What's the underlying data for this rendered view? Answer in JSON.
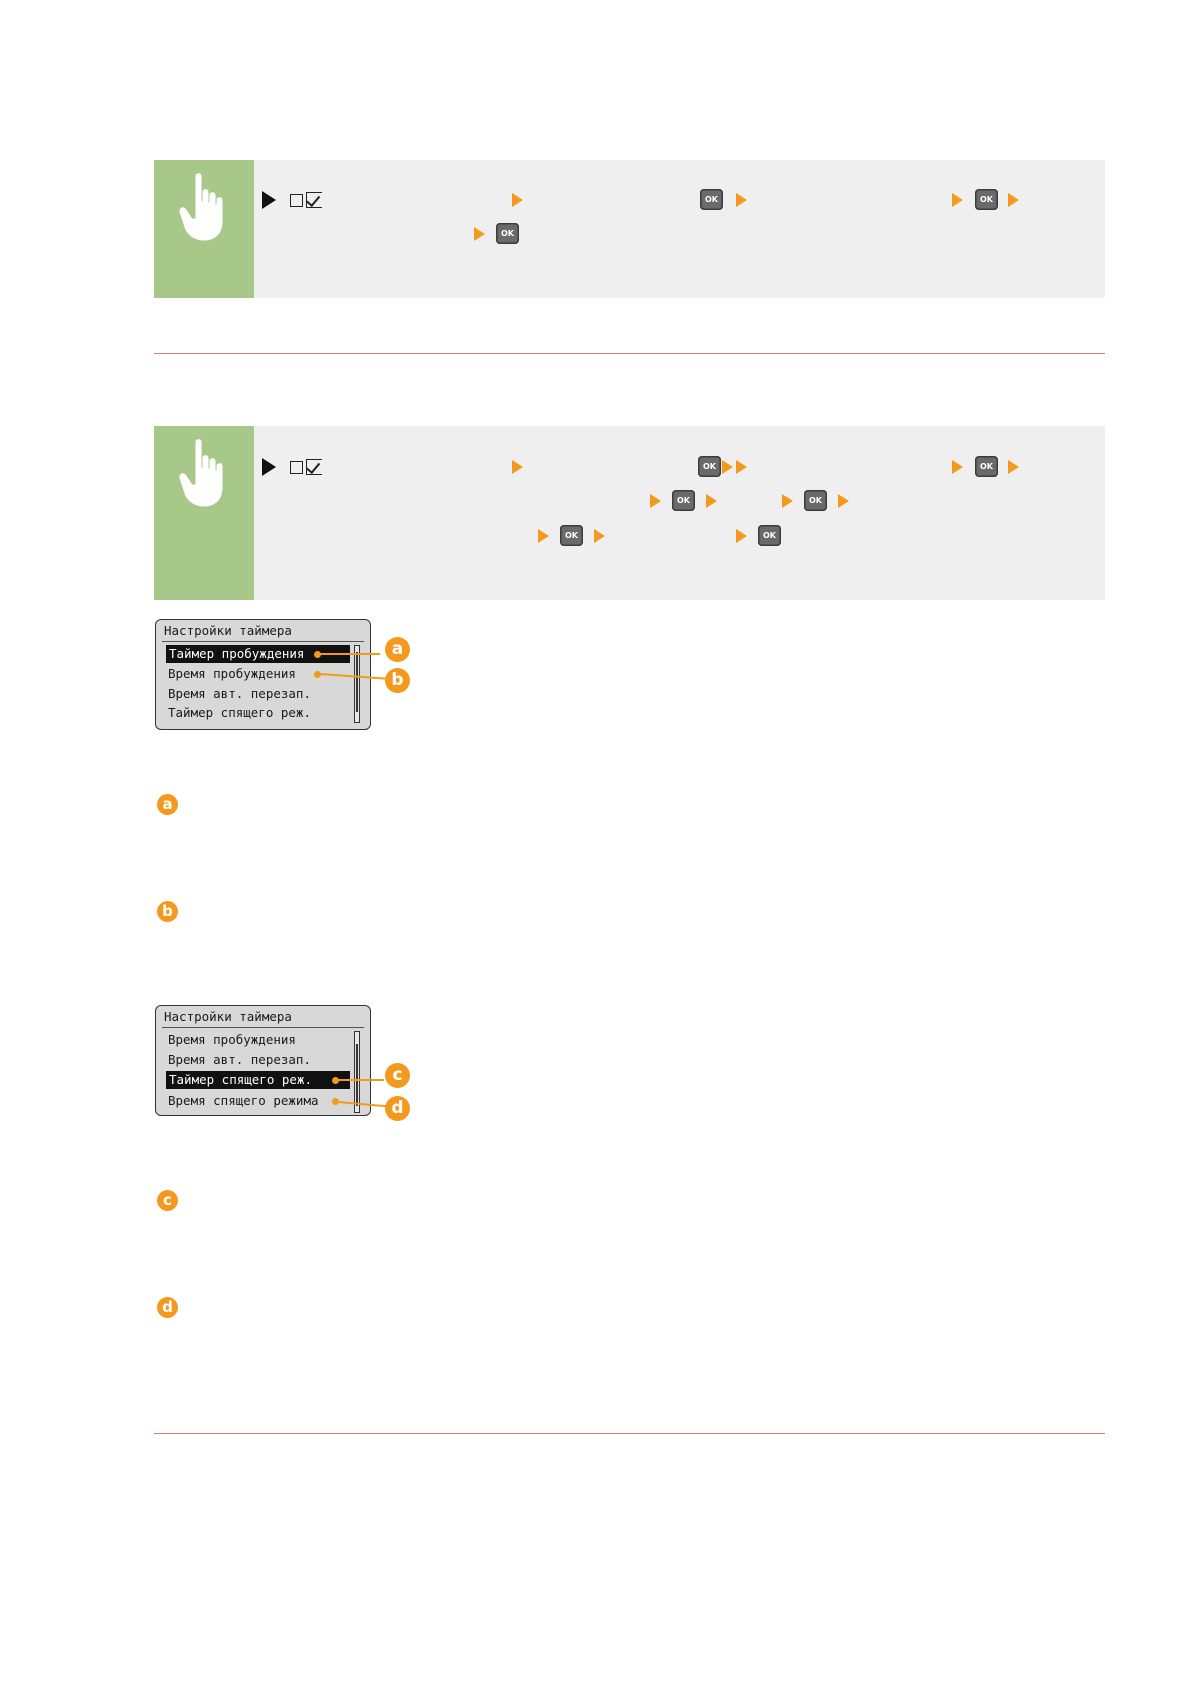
{
  "ok_button_label": "OK",
  "panel1": {
    "title": "Настройки таймера",
    "rows": [
      "Таймер пробуждения",
      "Время пробуждения",
      "Время авт. перезап.",
      "Таймер спящего реж."
    ],
    "callouts": [
      "a",
      "b"
    ]
  },
  "panel2": {
    "title": "Настройки таймера",
    "rows": [
      "Время пробуждения",
      "Время авт. перезап.",
      "Таймер спящего реж.",
      "Время спящего режима"
    ],
    "callouts": [
      "c",
      "d"
    ]
  },
  "legend": [
    "a",
    "b",
    "c",
    "d"
  ],
  "colors": {
    "accent": "#f39a1e",
    "hand_panel": "#a8c88a",
    "box_background": "#efefef",
    "rule": "#d87b6c"
  }
}
